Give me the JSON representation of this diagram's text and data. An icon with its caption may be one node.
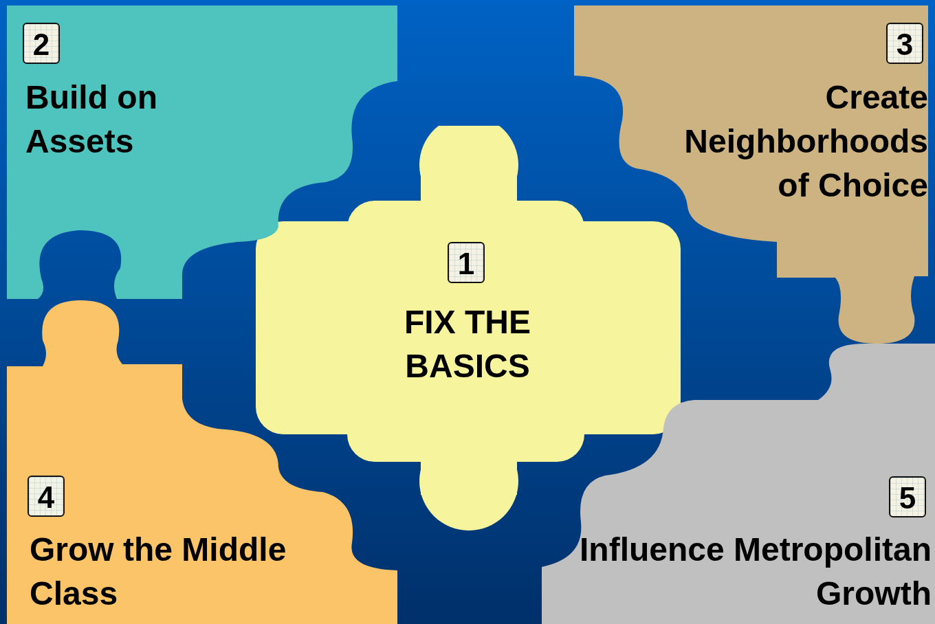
{
  "diagram": {
    "nodes": [
      {
        "text": [
          "1",
          "FIX THE BASICS"
        ]
      },
      {
        "text": [
          "2",
          "Build on Assets"
        ]
      },
      {
        "text": [
          "3",
          "Create Neighborhoods of Choice"
        ]
      },
      {
        "text": [
          "4",
          "Grow the Middle Class"
        ]
      },
      {
        "text": [
          "5",
          "Influence Metropolitan Growth"
        ]
      }
    ],
    "edges": []
  }
}
